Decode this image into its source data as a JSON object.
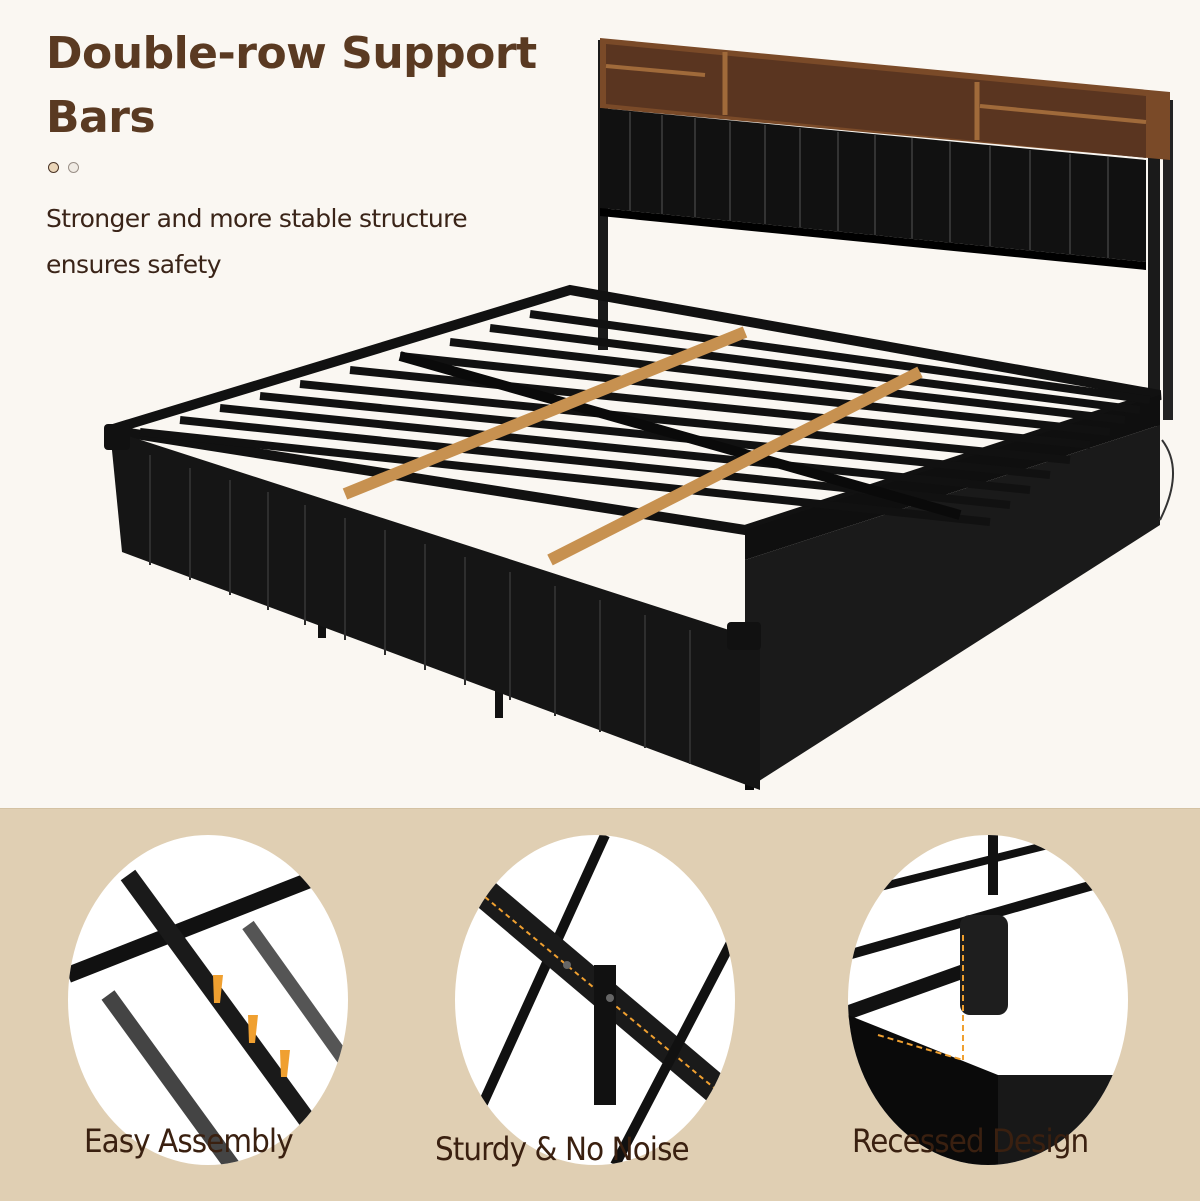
{
  "header": {
    "title": "Double-row Support Bars",
    "subtitle": "Stronger and more stable structure ensures safety",
    "carousel_dots": [
      {
        "state": "active"
      },
      {
        "state": "inactive"
      }
    ]
  },
  "hero": {
    "image": "bed-frame-icon",
    "description": "Black metal bed frame with upholstered faux-leather headboard and footboard, rustic wood storage shelf, double-row support bars, wooden slats"
  },
  "features": [
    {
      "label": "Easy Assembly",
      "icon": "crossed-bars-icon"
    },
    {
      "label": "Sturdy & No Noise",
      "icon": "bar-joint-icon"
    },
    {
      "label": "Recessed Design",
      "icon": "corner-recess-icon"
    }
  ],
  "colors": {
    "top_background": "#faf7f2",
    "bottom_background": "#e0cfb3",
    "title": "#5a3a22",
    "body_text": "#3a2418",
    "wood": "#c79150",
    "frame": "#141414",
    "accent_dashes": "#f0a030"
  }
}
